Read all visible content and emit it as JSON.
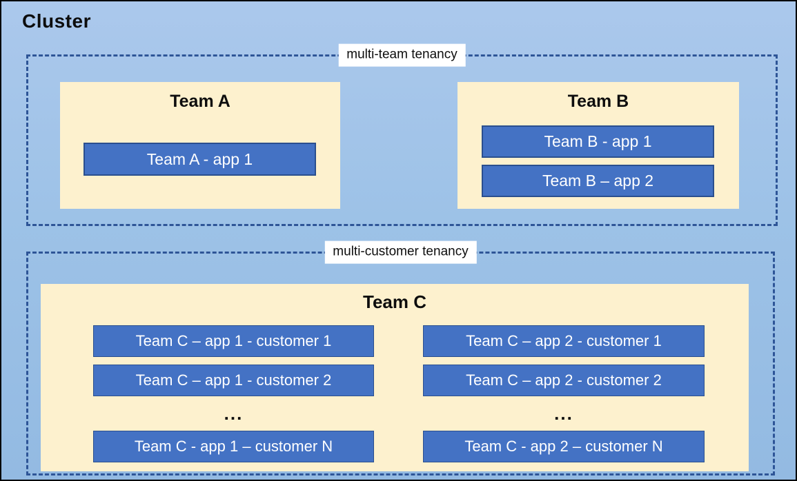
{
  "cluster": {
    "title": "Cluster"
  },
  "colors": {
    "background_top": "#abc8ec",
    "background_bottom": "#93bae2",
    "outer_border": "#000000",
    "dashed_border": "#2e5597",
    "team_panel_fill": "#fdf1ce",
    "app_fill": "#4472c4",
    "app_border": "#2a4f8e",
    "app_text": "#ffffff",
    "label_background": "#ffffff",
    "text": "#0d0d0d"
  },
  "sections": [
    {
      "label": "multi-team tenancy",
      "teams": [
        {
          "name": "Team A",
          "apps": [
            "Team A - app 1"
          ]
        },
        {
          "name": "Team B",
          "apps": [
            "Team B - app 1",
            "Team B – app 2"
          ]
        }
      ]
    },
    {
      "label": "multi-customer tenancy",
      "teams": [
        {
          "name": "Team C",
          "columns": [
            {
              "apps": [
                "Team C – app 1 - customer 1",
                "Team C – app 1 - customer 2",
                "Team C - app 1 – customer N"
              ],
              "ellipsis": "..."
            },
            {
              "apps": [
                "Team C – app 2 - customer 1",
                "Team C – app 2 - customer 2",
                "Team C - app 2 – customer N"
              ],
              "ellipsis": "..."
            }
          ]
        }
      ]
    }
  ]
}
